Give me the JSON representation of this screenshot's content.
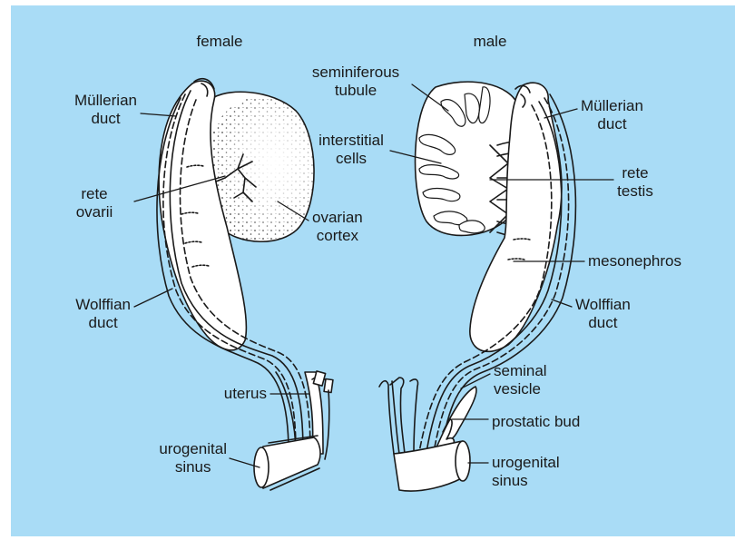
{
  "colors": {
    "background": "#a9dcf6",
    "ink": "#1a1a1a",
    "organ_fill": "#ffffff"
  },
  "headings": {
    "female": "female",
    "male": "male"
  },
  "female_labels": {
    "mullerian_duct": [
      "Müllerian",
      "duct"
    ],
    "rete_ovarii": [
      "rete",
      "ovarii"
    ],
    "ovarian_cortex": [
      "ovarian",
      "cortex"
    ],
    "wolffian_duct": [
      "Wolffian",
      "duct"
    ],
    "uterus": "uterus",
    "urogenital_sinus": [
      "urogenital",
      "sinus"
    ]
  },
  "male_labels": {
    "seminiferous_tubule": [
      "seminiferous",
      "tubule"
    ],
    "interstitial_cells": [
      "interstitial",
      "cells"
    ],
    "mullerian_duct": [
      "Müllerian",
      "duct"
    ],
    "rete_testis": [
      "rete",
      "testis"
    ],
    "mesonephros": "mesonephros",
    "wolffian_duct": [
      "Wolffian",
      "duct"
    ],
    "seminal_vesicle": [
      "seminal",
      "vesicle"
    ],
    "prostatic_bud": "prostatic bud",
    "urogenital_sinus": [
      "urogenital",
      "sinus"
    ]
  }
}
